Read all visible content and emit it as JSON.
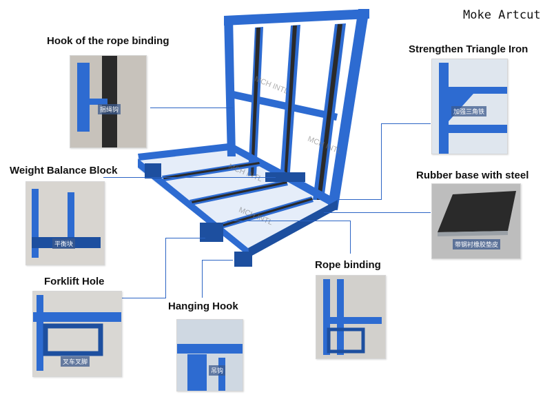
{
  "brand": "Moke Artcut",
  "watermark": "MCH INTL",
  "colors": {
    "rack_blue": "#2d6bd1",
    "rack_dark": "#1d4f9f",
    "rubber": "#2a2a2a",
    "leader": "#2a63c4"
  },
  "callouts": [
    {
      "id": "hook-rope",
      "label": "Hook of the rope binding",
      "caption": "捆绳钩"
    },
    {
      "id": "triangle",
      "label": "Strengthen Triangle Iron",
      "caption": "加强三角铁"
    },
    {
      "id": "weight",
      "label": "Weight Balance Block",
      "caption": "平衡块"
    },
    {
      "id": "rubber",
      "label": "Rubber base with steel",
      "caption": "带钢衬橡胶垫皮"
    },
    {
      "id": "rope",
      "label": "Rope binding",
      "caption": ""
    },
    {
      "id": "forklift",
      "label": "Forklift Hole",
      "caption": "叉车叉脚"
    },
    {
      "id": "hanging",
      "label": "Hanging Hook",
      "caption": "吊钩"
    }
  ]
}
